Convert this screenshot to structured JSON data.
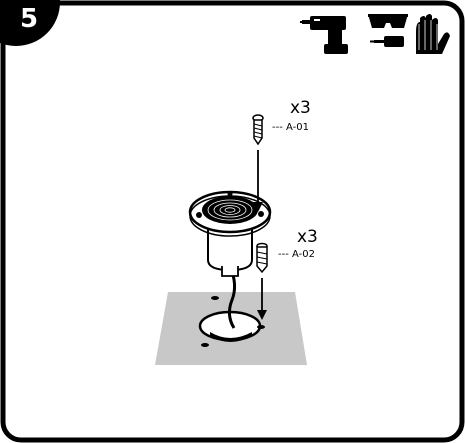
{
  "step": {
    "number": "5"
  },
  "tools": {
    "items": [
      "drill-icon",
      "safety-glasses-icon",
      "screwdriver-icon",
      "gloves-icon"
    ]
  },
  "parts": [
    {
      "quantity_label": "x3",
      "code_label": "--- A-01",
      "icon": "wood-screw-icon"
    },
    {
      "quantity_label": "x3",
      "code_label": "--- A-02",
      "icon": "wall-anchor-icon"
    }
  ],
  "colors": {
    "frame": "#000000",
    "floor_panel": "#c8c8c8",
    "ink": "#000000",
    "background": "#ffffff"
  }
}
